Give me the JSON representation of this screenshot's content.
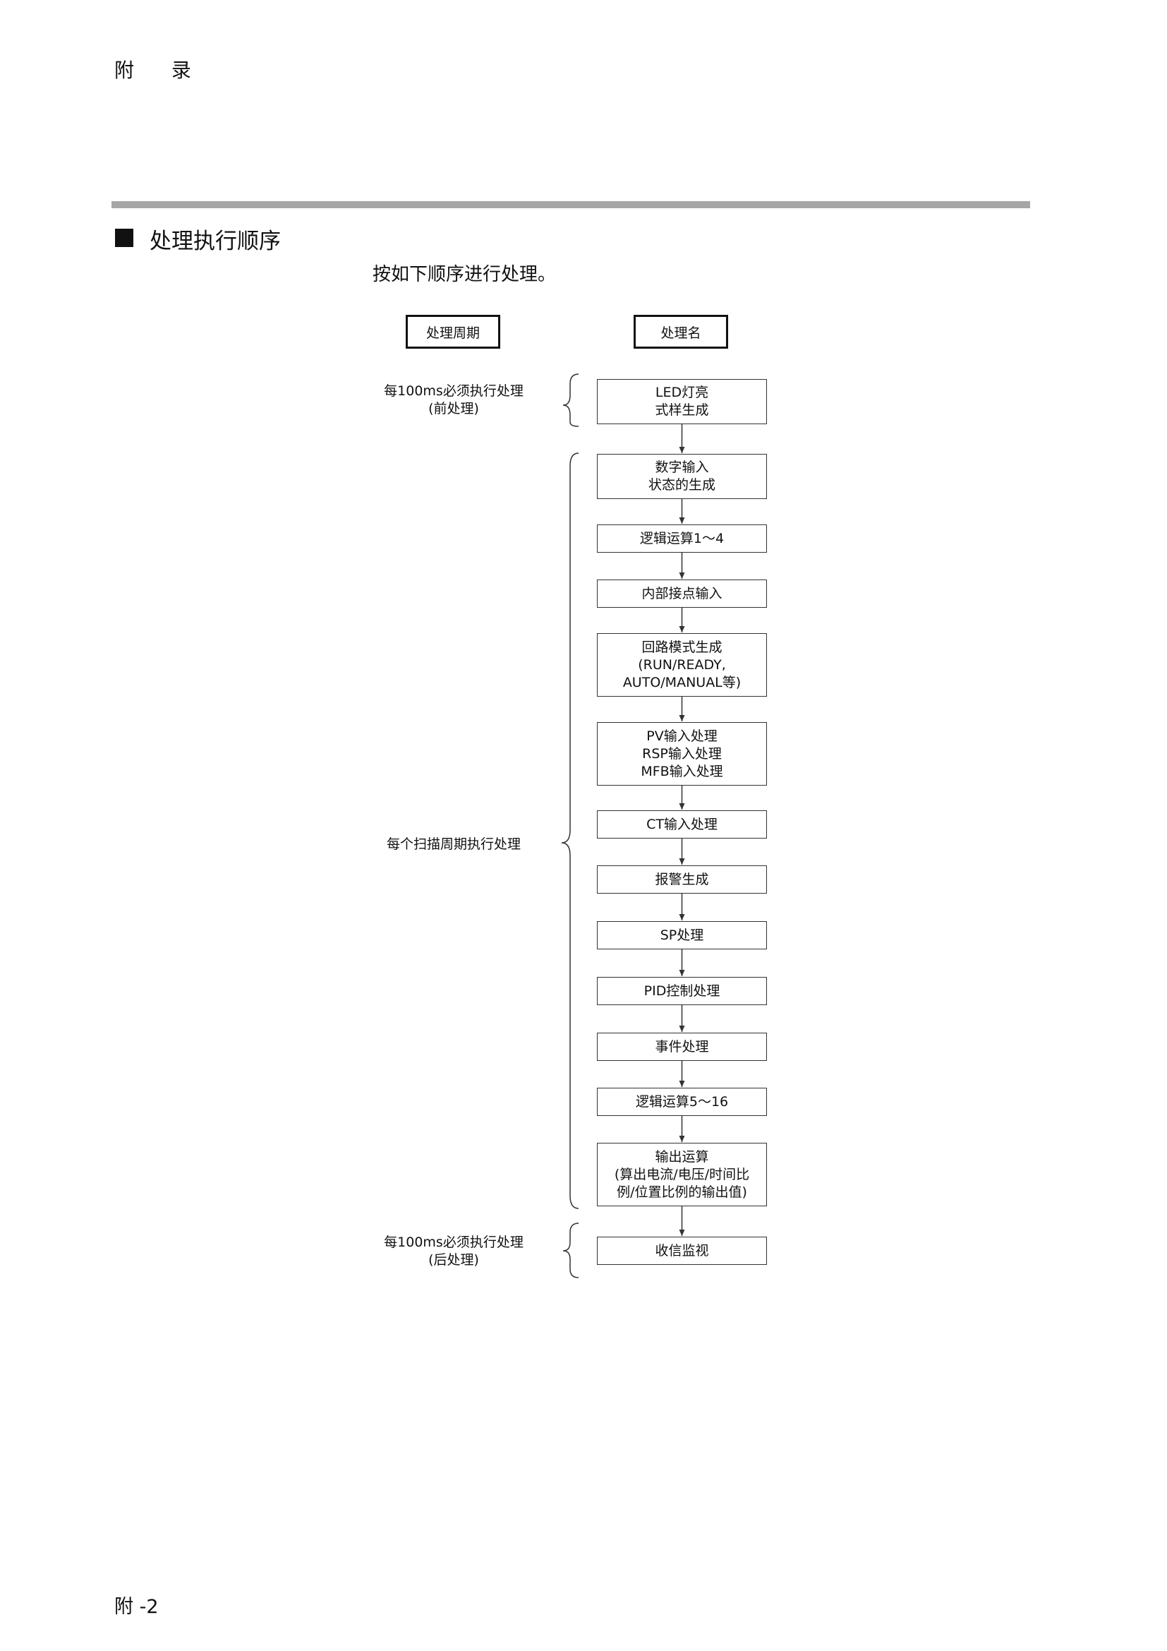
{
  "header": {
    "title": "附 录"
  },
  "section": {
    "title": "处理执行顺序",
    "intro": "按如下顺序进行处理。"
  },
  "flow": {
    "col_cycle_label": "处理周期",
    "col_name_label": "处理名",
    "cycles": [
      {
        "text": "每100ms必须执行处理\n(前处理)"
      },
      {
        "text": "每个扫描周期执行处理"
      },
      {
        "text": "每100ms必须执行处理\n(后处理)"
      }
    ],
    "steps": [
      "LED灯亮\n式样生成",
      "数字输入\n状态的生成",
      "逻辑运算1～4",
      "内部接点输入",
      "回路模式生成\n(RUN/READY,\nAUTO/MANUAL等)",
      "PV输入处理\nRSP输入处理\nMFB输入处理",
      "CT输入处理",
      "报警生成",
      "SP处理",
      "PID控制处理",
      "事件处理",
      "逻辑运算5～16",
      "输出运算\n(算出电流/电压/时间比\n例/位置比例的输出值)",
      "收信监视"
    ]
  },
  "footer": {
    "page": "附 -2"
  }
}
